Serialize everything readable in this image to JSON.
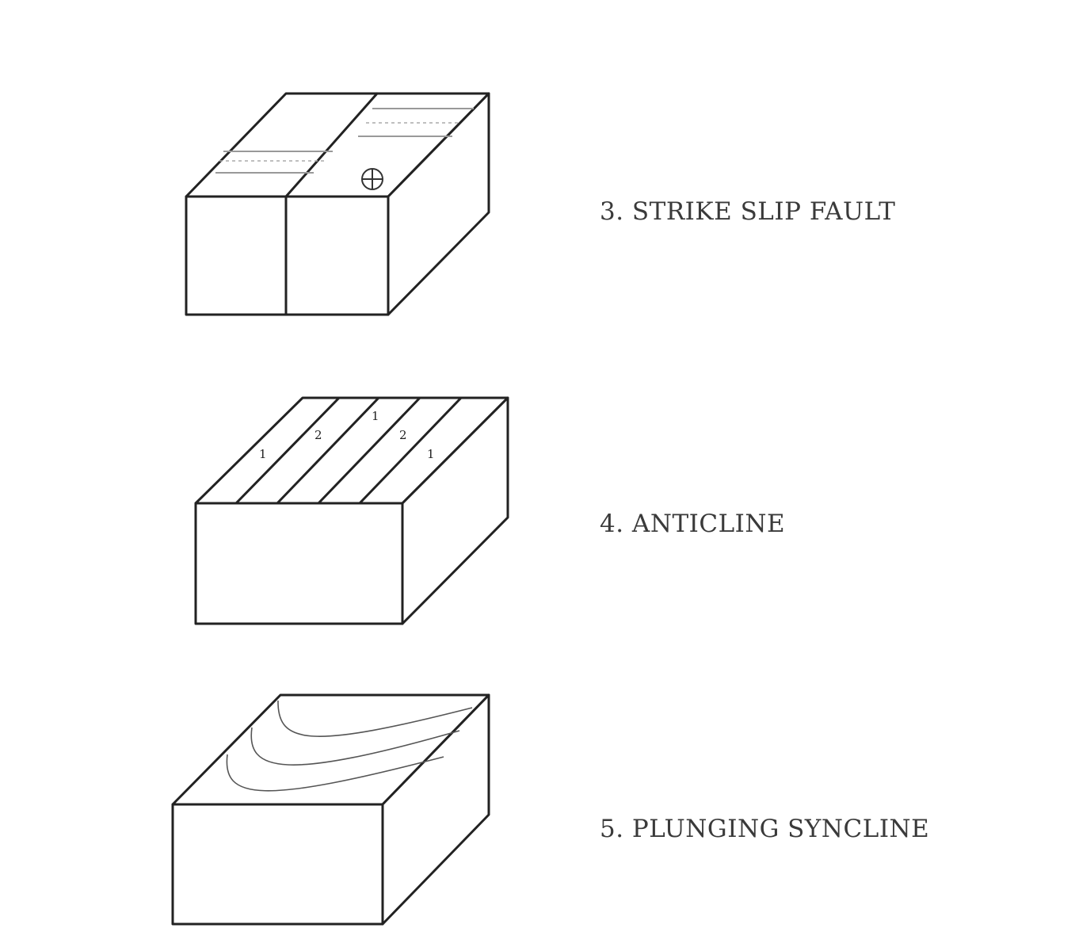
{
  "diagrams": [
    {
      "label": "3. STRIKE SLIP FAULT",
      "symbol": "⊕"
    },
    {
      "label": "4. ANTICLINE",
      "bed_numbers": [
        "1",
        "2",
        "1",
        "2",
        "1"
      ]
    },
    {
      "label": "5. PLUNGING SYNCLINE"
    }
  ]
}
